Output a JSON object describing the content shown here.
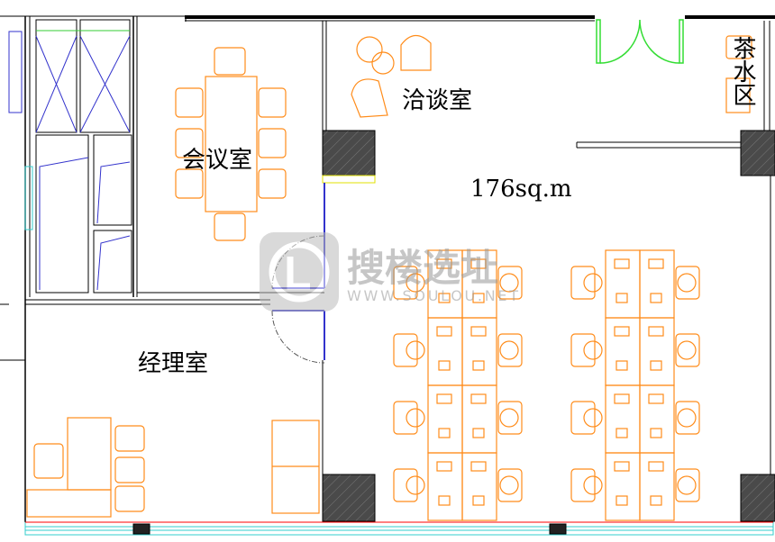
{
  "rooms": {
    "meeting": "会议室",
    "negotiation": "洽谈室",
    "manager": "经理室",
    "pantry": "茶水区"
  },
  "area_label": "176sq.m",
  "watermark": {
    "title": "搜楼选址",
    "url": "WWW.SOULOU.NET"
  },
  "colors": {
    "wall": "#000000",
    "furniture": "#ff8c1a",
    "window": "#33cccc",
    "door": "#33dd33",
    "glass": "#3333cc",
    "column": "#4a4a4a"
  }
}
